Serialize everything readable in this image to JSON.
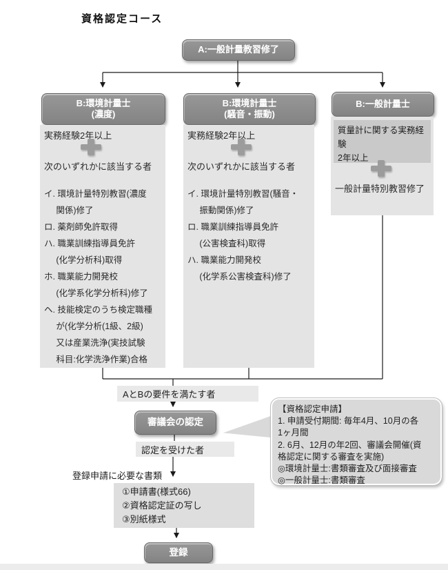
{
  "title": "資格認定コース",
  "colors": {
    "node_fill": "#8b8b8b",
    "node_border": "#666666",
    "panel_fill": "#e4e4e4",
    "inner_panel_fill": "#c9c9c9",
    "callout_fill": "#d9d9d9",
    "connector": "#1a1a1a"
  },
  "top_node": {
    "label": "A:一般計量教習修了"
  },
  "columns": [
    {
      "header": "B:環境計量士\n(濃度)",
      "experience": "実務経験2年以上",
      "condition_intro": "次のいずれかに該当する者",
      "items": "イ. 環境計量特別教習(濃度\n     関係)修了\nロ. 薬剤師免許取得\nハ. 職業訓練指導員免許\n     (化学分析科)取得\nホ. 職業能力開発校\n     (化学系化学分析科)修了\nヘ. 技能検定のうち検定職種\n     が(化学分析(1級、2級)\n     又は産業洗浄(実技試験\n     科目:化学洗浄作業)合格"
    },
    {
      "header": "B:環境計量士\n(騒音・振動)",
      "experience": "実務経験2年以上",
      "condition_intro": "次のいずれかに該当する者",
      "items": "イ. 環境計量特別教習(騒音・\n     振動関係)修了\nロ. 職業訓練指導員免許\n     (公害検査科)取得\nハ. 職業能力開発校\n     (化学系公害検査科)修了"
    },
    {
      "header": "B:一般計量士",
      "experience": "質量計に関する実務経験\n2年以上",
      "completion": "一般計量特別教習修了"
    }
  ],
  "middle": {
    "merge_label": "AとBの要件を満たす者",
    "council_node": "審議会の認定",
    "certified_label": "認定を受けた者"
  },
  "callout": {
    "text": "【資格認定申請】\n1. 申請受付期間: 毎年4月、10月の各\n1ヶ月間\n2. 6月、12月の年2回、審議会開催(資\n格認定に関する審査を実施)\n◎環境計量士:書類審査及び面接審査\n◎一般計量士:書類審査"
  },
  "registration": {
    "docs_label": "登録申請に必要な書類",
    "docs": "①申請書(様式66)\n②資格認定証の写し\n③別紙様式",
    "register_node": "登録"
  }
}
